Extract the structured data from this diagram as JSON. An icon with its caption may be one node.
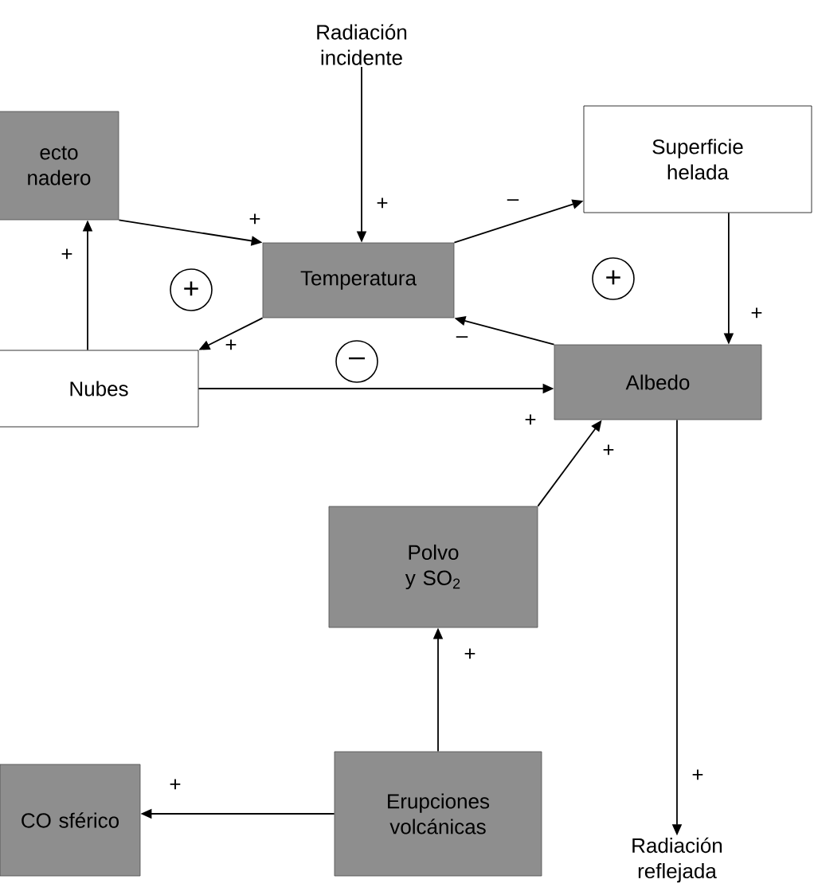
{
  "diagram": {
    "nodes": [
      {
        "text": [
          "Radiación incidente"
        ]
      },
      {
        "text": [
          "ecto nadero"
        ]
      },
      {
        "text": [
          "Temperatura"
        ]
      },
      {
        "text": [
          "Superficie helada"
        ]
      },
      {
        "text": [
          "Nubes"
        ]
      },
      {
        "text": [
          "Albedo"
        ]
      },
      {
        "text": [
          "Polvo y SO$_{2}$"
        ]
      },
      {
        "text": [
          "Erupciones volcánicas"
        ]
      },
      {
        "text": [
          "CO sférico"
        ]
      },
      {
        "text": [
          "Radiación reflejada"
        ]
      }
    ],
    "edges": [
      {
        "from": 0,
        "to": 2,
        "arrow": "to",
        "label": "+"
      },
      {
        "from": 1,
        "to": 2,
        "arrow": "to",
        "label": "+"
      },
      {
        "from": 2,
        "to": 3,
        "arrow": "to",
        "label": "–"
      },
      {
        "from": 3,
        "to": 5,
        "arrow": "to",
        "label": "+"
      },
      {
        "from": 5,
        "to": 2,
        "arrow": "to",
        "label": "–"
      },
      {
        "from": 2,
        "to": 4,
        "arrow": "to",
        "label": "+"
      },
      {
        "from": 4,
        "to": 1,
        "arrow": "to",
        "label": "+"
      },
      {
        "from": 4,
        "to": 5,
        "arrow": "to",
        "label": "+"
      },
      {
        "from": 6,
        "to": 5,
        "arrow": "to",
        "label": "+"
      },
      {
        "from": 7,
        "to": 6,
        "arrow": "to",
        "label": "+"
      },
      {
        "from": 7,
        "to": 8,
        "arrow": "to",
        "label": "+"
      },
      {
        "from": 5,
        "to": 9,
        "arrow": "to",
        "label": "+"
      }
    ],
    "labels": [
      "+",
      "+",
      "–"
    ]
  }
}
